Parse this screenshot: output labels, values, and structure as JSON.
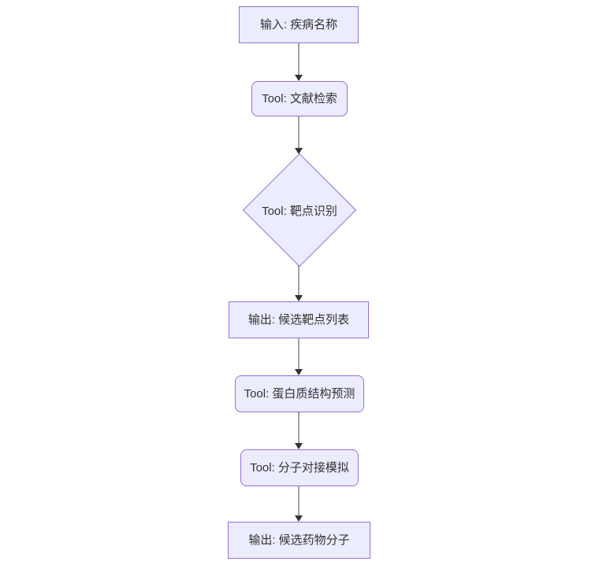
{
  "diagram": {
    "type": "flowchart",
    "direction": "top-down",
    "colors": {
      "node_fill": "#ECECFF",
      "node_border": "#9370DB",
      "text": "#333333",
      "edge_line": "#4a4a4a",
      "arrowhead": "#333333",
      "background": "#ffffff"
    },
    "nodes": [
      {
        "id": "input",
        "shape": "rect",
        "label": "输入: 疾病名称"
      },
      {
        "id": "lit_search",
        "shape": "rounded",
        "label": "Tool: 文献检索"
      },
      {
        "id": "target_id",
        "shape": "diamond",
        "label": "Tool: 靶点识别"
      },
      {
        "id": "target_list",
        "shape": "rect",
        "label": "输出: 候选靶点列表"
      },
      {
        "id": "protein",
        "shape": "rounded",
        "label": "Tool: 蛋白质结构预测"
      },
      {
        "id": "docking",
        "shape": "rounded",
        "label": "Tool: 分子对接模拟"
      },
      {
        "id": "drug_output",
        "shape": "rect",
        "label": "输出: 候选药物分子"
      }
    ],
    "edges": [
      {
        "from": "input",
        "to": "lit_search",
        "style": "arrow"
      },
      {
        "from": "lit_search",
        "to": "target_id",
        "style": "arrow"
      },
      {
        "from": "target_id",
        "to": "target_list",
        "style": "arrow"
      },
      {
        "from": "target_list",
        "to": "protein",
        "style": "arrow"
      },
      {
        "from": "protein",
        "to": "docking",
        "style": "arrow"
      },
      {
        "from": "docking",
        "to": "drug_output",
        "style": "arrow"
      }
    ]
  }
}
